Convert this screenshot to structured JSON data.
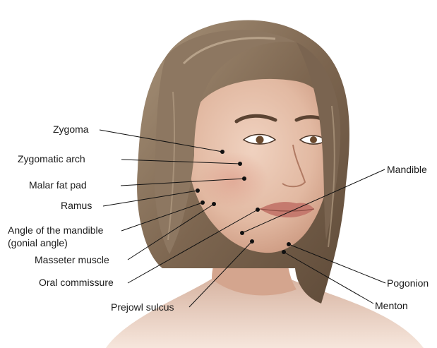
{
  "labels": {
    "zygoma": "Zygoma",
    "zygomatic_arch": "Zygomatic arch",
    "malar_fat_pad": "Malar fat pad",
    "ramus": "Ramus",
    "angle_line1": "Angle of the mandible",
    "angle_line2": "(gonial angle)",
    "masseter": "Masseter muscle",
    "oral_commissure": "Oral commissure",
    "prejowl_sulcus": "Prejowl sulcus",
    "mandible": "Mandible",
    "pogonion": "Pogonion",
    "menton": "Menton"
  },
  "colors": {
    "label_text": "#1a1a1a",
    "leader_line": "#111111",
    "hair": "#8a7560",
    "skin": "#e7c2ac"
  }
}
